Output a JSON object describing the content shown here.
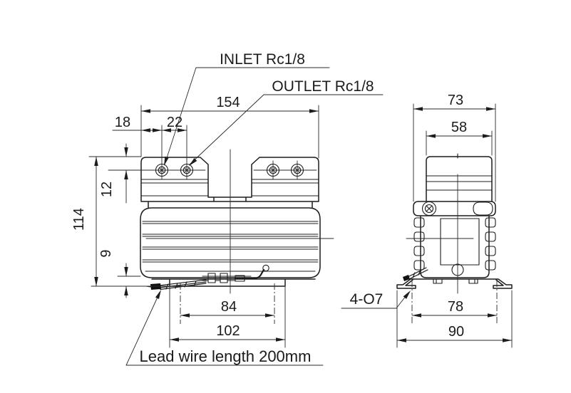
{
  "front": {
    "labels": {
      "inlet": "INLET Rc1/8",
      "outlet": "OUTLET Rc1/8",
      "lead_wire": "Lead wire length 200mm"
    },
    "dims": {
      "overall_width": "154",
      "port_edge_offset": "18",
      "port_spacing": "22",
      "port_depth": "12",
      "overall_height": "114",
      "base_clearance": "9",
      "mount_hole_spacing": "84",
      "base_length": "102"
    }
  },
  "side": {
    "labels": {
      "mount_holes": "4-O7"
    },
    "dims": {
      "overall_depth": "73",
      "head_depth": "58",
      "mount_hole_spacing": "78",
      "base_depth": "90"
    }
  },
  "colors": {
    "line": "#1c1c1c",
    "background": "#ffffff"
  }
}
